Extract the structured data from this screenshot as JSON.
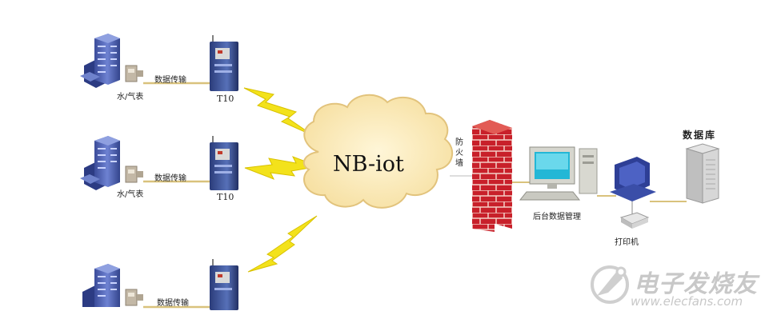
{
  "cloud_label": "NB-iot",
  "sites": [
    {
      "transfer_label": "数据传输",
      "meter_label": "水/气表",
      "device_label": "T10"
    },
    {
      "transfer_label": "数据传输",
      "meter_label": "水/气表",
      "device_label": "T10"
    },
    {
      "transfer_label": "数据传输",
      "meter_label": "",
      "device_label": ""
    }
  ],
  "firewall_label": "防火墙",
  "backend_label": "后台数据管理",
  "printer_label": "打印机",
  "database_label": "数据库",
  "watermark": {
    "brand": "电子发烧友",
    "url": "www.elecfans.com"
  },
  "colors": {
    "building": "#4f63b3",
    "cloud": "#fbe9b8",
    "lightning": "#f3e21b",
    "firewall": "#c8202a",
    "line": "#d9c27c",
    "watermark": "#c8c8c8"
  }
}
